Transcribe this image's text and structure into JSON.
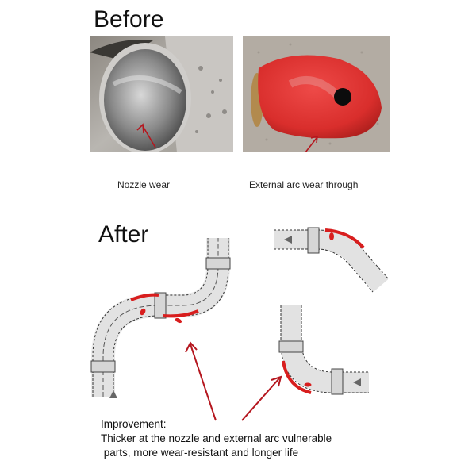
{
  "before": {
    "title": "Before",
    "photos": [
      {
        "caption": "Nozzle wear",
        "subject": "worn pipe nozzle interior"
      },
      {
        "caption": "External arc wear through",
        "subject": "red elbow pipe with hole worn through outer arc"
      }
    ]
  },
  "after": {
    "title": "After",
    "diagrams": [
      {
        "name": "s-bend-elbow",
        "flow": "upward"
      },
      {
        "name": "45-degree-elbow",
        "flow": "leftward"
      },
      {
        "name": "90-degree-elbow",
        "flow": "leftward"
      }
    ],
    "improvement_label": "Improvement:",
    "improvement_line1": "Thicker at the nozzle and external arc vulnerable",
    "improvement_line2": " parts, more wear-resistant and longer life"
  },
  "colors": {
    "arrow_red": "#b5161e",
    "thick_red": "#d81e1e",
    "pipe_fill": "#e2e2e2",
    "pipe_red": "#d9332e"
  }
}
